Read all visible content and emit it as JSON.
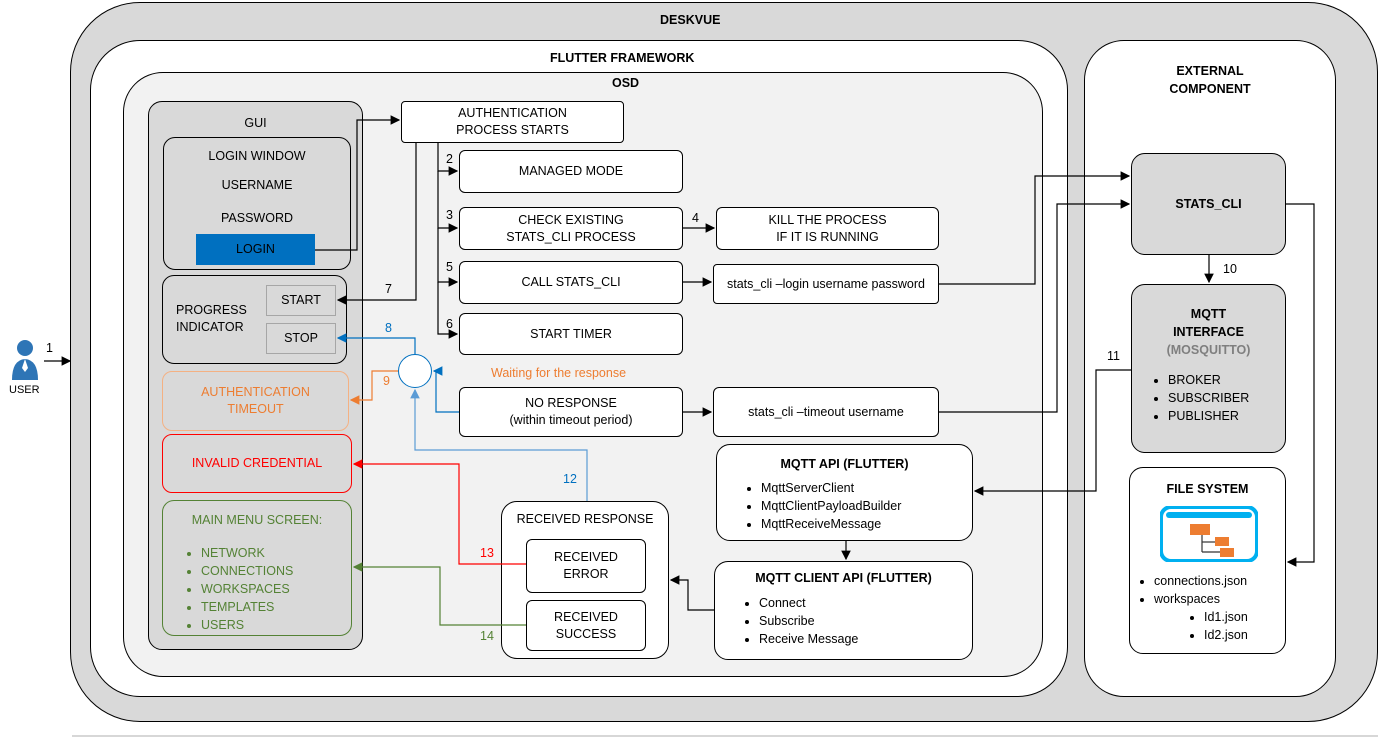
{
  "containers": {
    "deskvue": "DESKVUE",
    "flutter_framework": "FLUTTER FRAMEWORK",
    "osd": "OSD",
    "external_component": "EXTERNAL\nCOMPONENT"
  },
  "user": {
    "label": "USER",
    "step": "1"
  },
  "gui": {
    "title": "GUI",
    "login_window": {
      "title": "LOGIN WINDOW",
      "username": "USERNAME",
      "password": "PASSWORD",
      "login_button": "LOGIN"
    },
    "progress_indicator": {
      "label": "PROGRESS\nINDICATOR",
      "start": "START",
      "stop": "STOP"
    },
    "auth_timeout": "AUTHENTICATION\nTIMEOUT",
    "invalid_credential": "INVALID CREDENTIAL",
    "main_menu": {
      "title": "MAIN MENU SCREEN:",
      "items": [
        "NETWORK",
        "CONNECTIONS",
        "WORKSPACES",
        "TEMPLATES",
        "USERS"
      ]
    }
  },
  "flow": {
    "auth_start": "AUTHENTICATION\nPROCESS STARTS",
    "managed_mode": "MANAGED MODE",
    "check_existing": "CHECK EXISTING\nSTATS_CLI PROCESS",
    "kill_process": "KILL THE PROCESS\nIF IT IS RUNNING",
    "call_stats_cli": "CALL STATS_CLI",
    "stats_cli_login": "stats_cli –login username password",
    "start_timer": "START TIMER",
    "waiting": "Waiting for the response",
    "no_response": "NO RESPONSE\n(within timeout period)",
    "stats_cli_timeout": "stats_cli –timeout username",
    "received_response": "RECEIVED RESPONSE",
    "received_error": "RECEIVED\nERROR",
    "received_success": "RECEIVED\nSUCCESS"
  },
  "mqtt_api": {
    "title": "MQTT API (FLUTTER)",
    "items": [
      "MqttServerClient",
      "MqttClientPayloadBuilder",
      "MqttReceiveMessage"
    ]
  },
  "mqtt_client_api": {
    "title": "MQTT CLIENT API (FLUTTER)",
    "items": [
      "Connect",
      "Subscribe",
      "Receive Message"
    ]
  },
  "external": {
    "stats_cli": "STATS_CLI",
    "mqtt_interface": {
      "title": "MQTT\nINTERFACE",
      "subtitle": "(MOSQUITTO)",
      "items": [
        "BROKER",
        "SUBSCRIBER",
        "PUBLISHER"
      ]
    },
    "file_system": {
      "title": "FILE SYSTEM",
      "items": [
        "connections.json",
        "workspaces"
      ],
      "sub_items": [
        "Id1.json",
        "Id2.json"
      ]
    }
  },
  "steps": {
    "s2": "2",
    "s3": "3",
    "s4": "4",
    "s5": "5",
    "s6": "6",
    "s7": "7",
    "s8": "8",
    "s9": "9",
    "s10": "10",
    "s11": "11",
    "s12": "12",
    "s13": "13",
    "s14": "14"
  },
  "colors": {
    "container_outer": "#d9d9d9",
    "container_inner": "#f2f2f2",
    "login_button": "#0070c0",
    "timeout_orange": "#ed7d31",
    "error_red": "#ff0000",
    "success_green": "#548235",
    "blue_arrow": "#0070c0",
    "light_blue_arrow": "#9dc3e6",
    "file_system_icon": "#00b0f0"
  }
}
